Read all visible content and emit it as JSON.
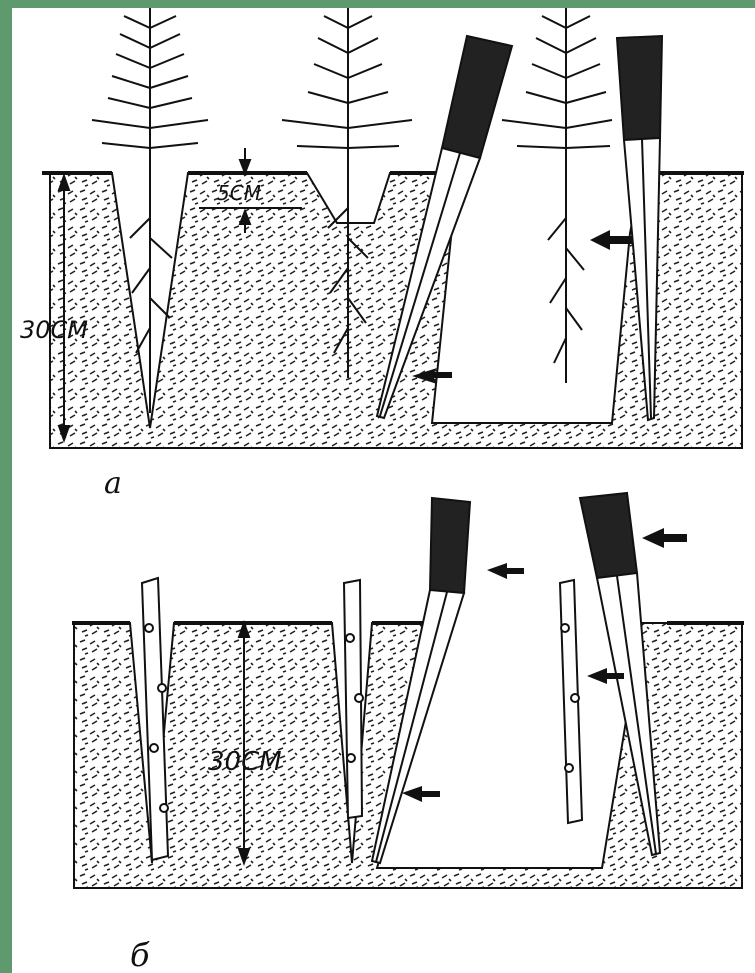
{
  "colors": {
    "frame": "#5f9a6e",
    "ink": "#111111",
    "paper": "#ffffff"
  },
  "panel_a": {
    "caption": "а",
    "depth_label": "30СМ",
    "gap_label": "5СМ"
  },
  "panel_b": {
    "caption": "б",
    "depth_label": "30СМ"
  }
}
